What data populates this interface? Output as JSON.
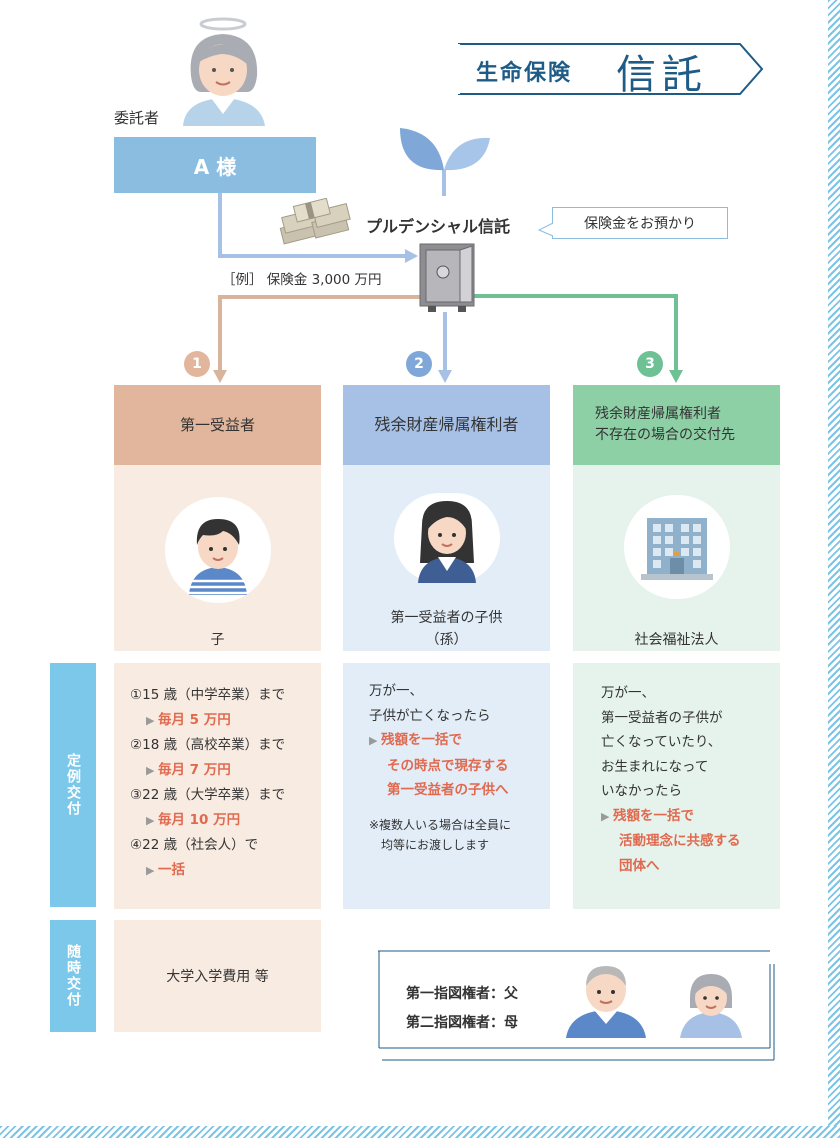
{
  "title": {
    "small": "生命保険",
    "big": "信託"
  },
  "settlor": {
    "label": "委託者",
    "name": "A 様"
  },
  "trustee": {
    "name": "プルデンシャル信託",
    "bubble": "保険金をお預かり"
  },
  "example": {
    "text": "［例］ 保険金 3,000 万円"
  },
  "colors": {
    "col1": "#e2b69c",
    "col2": "#a7c1e6",
    "col3": "#8ed0a6",
    "side": "#7cc8ea",
    "accent_red": "#e06a4f",
    "title_blue": "#1e5b86"
  },
  "columns": [
    {
      "num": "1",
      "header": "第一受益者",
      "person": "子"
    },
    {
      "num": "2",
      "header": "残余財産帰属権利者",
      "person_line1": "第一受益者の子供",
      "person_line2": "（孫）"
    },
    {
      "num": "3",
      "header_line1": "残余財産帰属権利者",
      "header_line2": "不存在の場合の交付先",
      "person": "社会福祉法人"
    }
  ],
  "regular": {
    "label": "定例交付",
    "col1": [
      {
        "cond": "①15 歳（中学卒業）まで",
        "amount": "毎月 5 万円"
      },
      {
        "cond": "②18 歳（高校卒業）まで",
        "amount": "毎月 7 万円"
      },
      {
        "cond": "③22 歳（大学卒業）まで",
        "amount": "毎月 10 万円"
      },
      {
        "cond": "④22 歳（社会人）で",
        "amount": "一括"
      }
    ],
    "col2": {
      "line1": "万が一、",
      "line2": "子供が亡くなったら",
      "red1": "残額を一括で",
      "red2": "その時点で現存する",
      "red3": "第一受益者の子供へ",
      "note1": "※複数人いる場合は全員に",
      "note2": "均等にお渡しします"
    },
    "col3": {
      "line1": "万が一、",
      "line2": "第一受益者の子供が",
      "line3": "亡くなっていたり、",
      "line4": "お生まれになって",
      "line5": "いなかったら",
      "red1": "残額を一括で",
      "red2": "活動理念に共感する",
      "red3": "団体へ"
    }
  },
  "occasional": {
    "label": "随時交付",
    "text": "大学入学費用 等"
  },
  "designators": {
    "first": "第一指図権者：父",
    "second": "第二指図権者：母"
  }
}
